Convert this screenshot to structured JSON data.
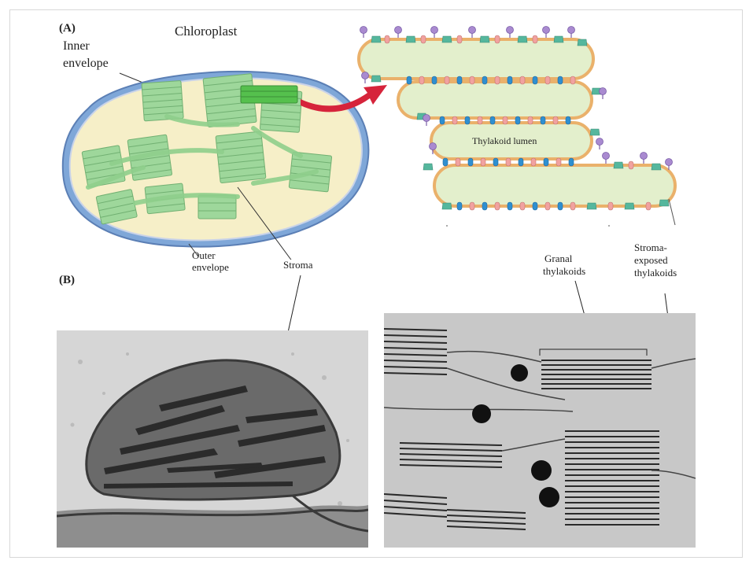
{
  "panel_a": {
    "tag": "(A)",
    "chloroplast": "Chloroplast",
    "inner_envelope": [
      "Inner",
      "envelope"
    ],
    "outer_envelope": [
      "Outer",
      "envelope"
    ],
    "stroma": "Stroma",
    "thylakoid_lumen": "Thylakoid lumen",
    "granal_thylakoids": [
      "Granal",
      "thylakoids"
    ],
    "stroma_exposed": [
      "Stroma-",
      "exposed",
      "thylakoids"
    ]
  },
  "panel_b": {
    "tag": "(B)"
  },
  "colors": {
    "envelope_blue": "#7fa7d8",
    "stroma_fill": "#f6efc8",
    "granum_green": "#9ed79b",
    "arrow_red": "#d6243b",
    "lumen_fill": "#e3efcc",
    "membrane_orange": "#eab16b",
    "protein_purple": "#a98ad0",
    "protein_blue": "#2f8fd0",
    "protein_teal": "#55b79d",
    "protein_pink": "#f1a2a0"
  }
}
